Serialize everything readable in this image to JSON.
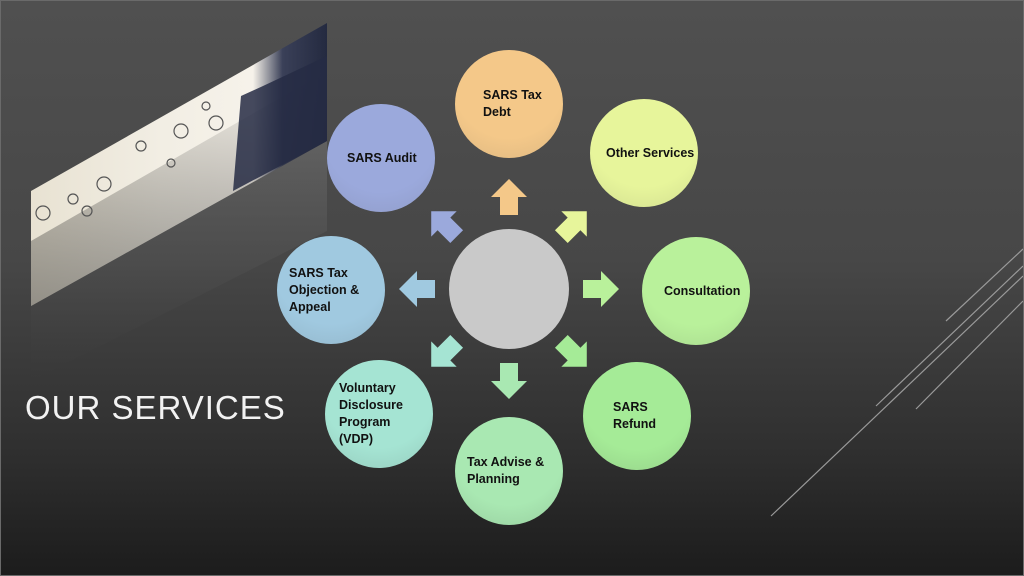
{
  "slide": {
    "title": "OUR SERVICES",
    "center_color": "#c9c9c9",
    "services": [
      {
        "label": "SARS Tax\nDebt",
        "color": "#f4c889",
        "icon": "arrow-up-icon"
      },
      {
        "label": "Other Services",
        "color": "#e7f59b",
        "icon": "arrow-up-right-icon"
      },
      {
        "label": "Consultation",
        "color": "#b9f19b",
        "icon": "arrow-right-icon"
      },
      {
        "label": "SARS\nRefund",
        "color": "#a5eb97",
        "icon": "arrow-down-right-icon"
      },
      {
        "label": "Tax Advise &\nPlanning",
        "color": "#a9e8b2",
        "icon": "arrow-down-icon"
      },
      {
        "label": "Voluntary\nDisclosure\nProgram\n(VDP)",
        "color": "#a5e4d3",
        "icon": "arrow-down-left-icon"
      },
      {
        "label": "SARS Tax\nObjection &\nAppeal",
        "color": "#a0c9e0",
        "icon": "arrow-left-icon"
      },
      {
        "label": "SARS Audit",
        "color": "#9ba9dc",
        "icon": "arrow-up-left-icon"
      }
    ]
  }
}
